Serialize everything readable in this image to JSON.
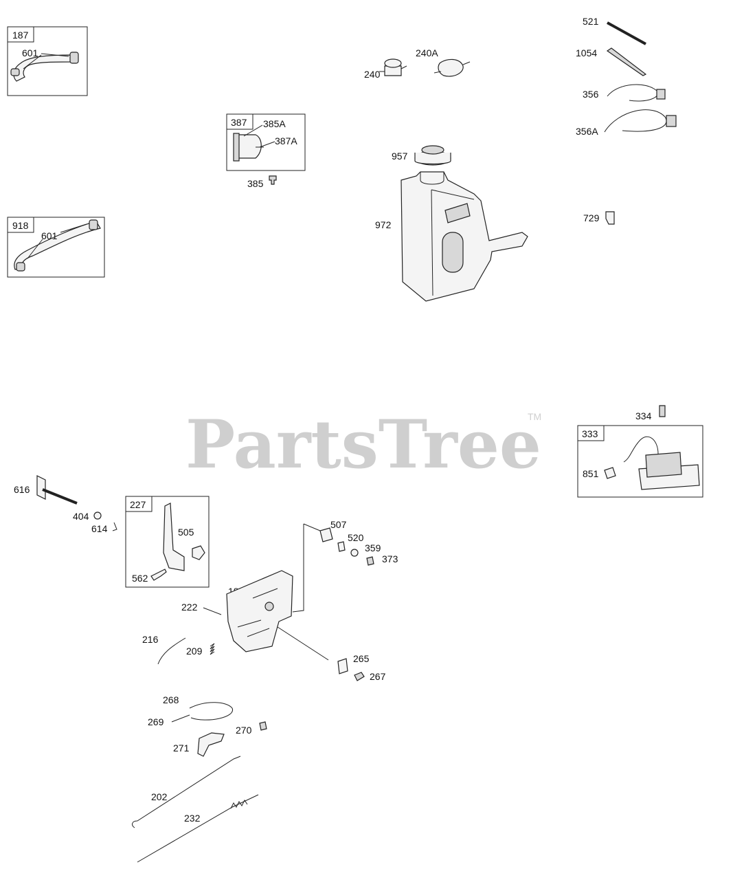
{
  "watermark": {
    "text": "PartsTree",
    "trademark": "TM"
  },
  "boxes": {
    "b187": "187",
    "b387": "387",
    "b918": "918",
    "b227": "227",
    "b333": "333"
  },
  "labels": {
    "l601a": "601",
    "l385A": "385A",
    "l387A": "387A",
    "l385": "385",
    "l601b": "601",
    "l240": "240",
    "l240A": "240A",
    "l957": "957",
    "l972": "972",
    "l521": "521",
    "l1054": "1054",
    "l356": "356",
    "l356A": "356A",
    "l729": "729",
    "l334": "334",
    "l851": "851",
    "l616": "616",
    "l404": "404",
    "l614": "614",
    "l505": "505",
    "l562": "562",
    "l507": "507",
    "l520": "520",
    "l359": "359",
    "l373": "373",
    "l188": "188",
    "l222": "222",
    "l216": "216",
    "l209": "209",
    "l265": "265",
    "l267": "267",
    "l268": "268",
    "l269": "269",
    "l270": "270",
    "l271": "271",
    "l202": "202",
    "l232": "232"
  }
}
